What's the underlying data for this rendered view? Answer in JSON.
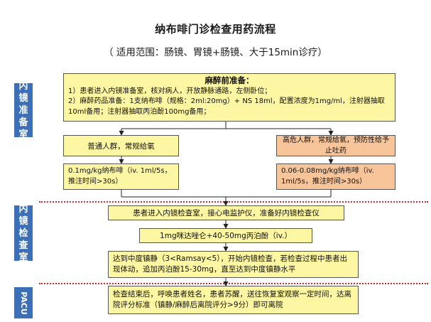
{
  "title": "纳布啡门诊检查用药流程",
  "subtitle": "（ 适用范围：肠镜、胃镜+肠镜、大于15min诊疗）",
  "sections": {
    "prep": "内镜准备室",
    "exam": "内镜检查室",
    "pacu": "PACU"
  },
  "boxes": {
    "pre_anesthesia": {
      "heading": "麻醉前准备：",
      "line1": "1）患者进入内镜准备室，核对病人，开放静脉通路，左侧卧位；",
      "line2": "2）麻醉药品准备：1支纳布啡（规格：2ml:20mg）+ NS 18ml，配置浓度为1mg/ml，注射器抽取10ml备用；注射器抽取丙泊酚100mg备用；"
    },
    "normal_group": "普通人群，常规给氧",
    "high_risk_group": "高危人群，常规给氧，预防性给予止吐药",
    "normal_dose": "0.1mg/kg纳布啡（iv. 1ml/5s，推注时间>30s）",
    "high_risk_dose": "0.06-0.08mg/kg纳布啡（iv. 1ml/5s，推注时间>30s）",
    "enter_exam": "患者进入内镜检查室，接心电监护仪，准备好内镜检查仪",
    "sedation": "1mg咪达唑仑+40-50mg丙泊酚（iv.）",
    "depth": "达到中度镇静（3<Ramsay<5），开始内镜检查，若检查过程中患者出现体动，追加丙泊酚15-30mg，直至达到中度镇静水平",
    "recovery": "检查结束后，呼唤患者姓名，患者苏醒，送往恢复室观察一定时间，达离院评分标准（镇静/麻醉后离院评分>9分）即可离院"
  },
  "colors": {
    "box_fill": "#fdf6a2",
    "high_risk_fill": "#f8c49a",
    "section_fill": "#3d6fb6",
    "divider": "#d42a2a"
  }
}
